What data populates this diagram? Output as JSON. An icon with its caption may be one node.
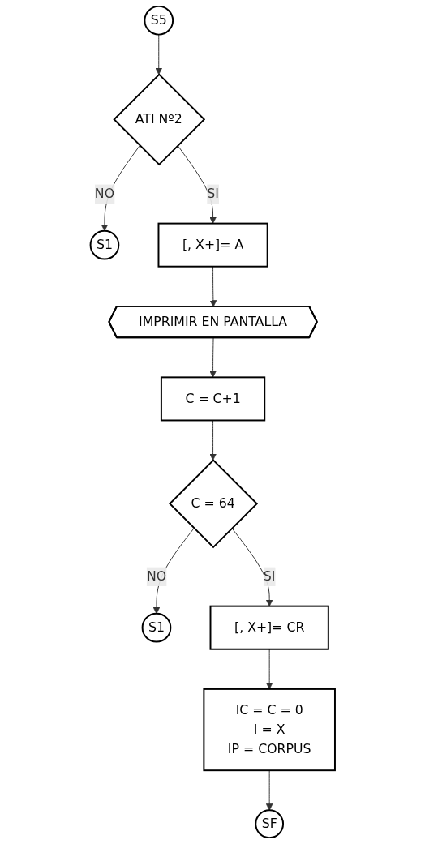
{
  "diagram": {
    "nodes": [
      {
        "text": [
          "S5"
        ]
      },
      {
        "text": [
          "ATI Nº2"
        ]
      },
      {
        "text": [
          "S1"
        ]
      },
      {
        "text": [
          "[, X+]= A"
        ]
      },
      {
        "text": [
          "IMPRIMIR EN PANTALLA"
        ]
      },
      {
        "text": [
          "C = C+1"
        ]
      },
      {
        "text": [
          "C = 64"
        ]
      },
      {
        "text": [
          "S1"
        ]
      },
      {
        "text": [
          "[, X+]= CR"
        ]
      },
      {
        "text": [
          "IC = C = 0",
          "I = X",
          "IP = CORPUS"
        ]
      },
      {
        "text": [
          "SF"
        ]
      }
    ],
    "edges": [
      {
        "from": 0,
        "to": 1,
        "arrow": "to"
      },
      {
        "from": 1,
        "to": 2,
        "arrow": "to",
        "label": "NO"
      },
      {
        "from": 1,
        "to": 3,
        "arrow": "to",
        "label": "SI"
      },
      {
        "from": 3,
        "to": 4,
        "arrow": "to"
      },
      {
        "from": 4,
        "to": 5,
        "arrow": "to"
      },
      {
        "from": 5,
        "to": 6,
        "arrow": "to"
      },
      {
        "from": 6,
        "to": 7,
        "arrow": "to",
        "label": "NO"
      },
      {
        "from": 6,
        "to": 8,
        "arrow": "to",
        "label": "SI"
      },
      {
        "from": 8,
        "to": 9,
        "arrow": "to"
      },
      {
        "from": 9,
        "to": 10,
        "arrow": "to"
      }
    ]
  }
}
